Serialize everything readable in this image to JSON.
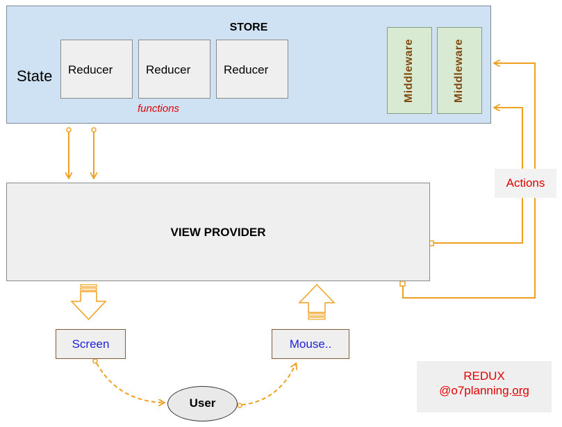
{
  "store": {
    "title": "STORE",
    "state_label": "State",
    "reducers": [
      "Reducer",
      "Reducer",
      "Reducer"
    ],
    "functions_label": "functions",
    "middleware": [
      "Middleware",
      "Middleware"
    ]
  },
  "view_provider": {
    "title": "VIEW PROVIDER"
  },
  "screen_label": "Screen",
  "mouse_label": "Mouse..",
  "user_label": "User",
  "actions_label": "Actions",
  "credit": {
    "line1": "REDUX",
    "line2_prefix": "@o7planning.",
    "line2_suffix": "org"
  },
  "colors": {
    "store_bg": "#cfe2f3",
    "middleware_bg": "#d9ead3",
    "connector": "#f0a020",
    "accent_red": "#e00000",
    "link_blue": "#1f1fd6"
  }
}
